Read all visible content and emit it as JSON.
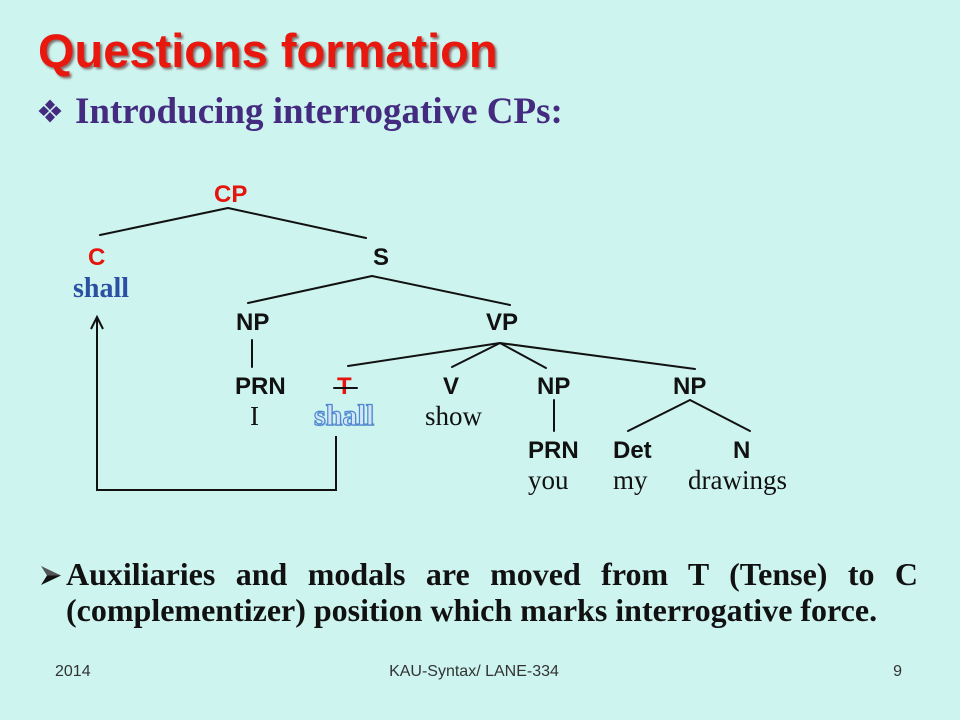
{
  "slide": {
    "title": "Questions formation",
    "subtitle": "Introducing interrogative CPs:",
    "body_text": "Auxiliaries and modals are moved from T (Tense) to C (complementizer) position which marks interrogative force."
  },
  "icons": {
    "subtitle_bullet": "four-diamond-bullet-icon",
    "body_bullet": "arrowhead-bullet-icon"
  },
  "tree": {
    "root": {
      "label": "CP"
    },
    "c": {
      "label": "C",
      "word": "shall"
    },
    "s": {
      "label": "S",
      "subject": {
        "label": "NP",
        "prn": {
          "label": "PRN",
          "word": "I"
        }
      },
      "vp": {
        "label": "VP",
        "t": {
          "label": "T",
          "trace_word": "shall"
        },
        "v": {
          "label": "V",
          "word": "show"
        },
        "indirect_object": {
          "label": "NP",
          "prn": {
            "label": "PRN",
            "word": "you"
          }
        },
        "direct_object": {
          "label": "NP",
          "det": {
            "label": "Det",
            "word": "my"
          },
          "n": {
            "label": "N",
            "word": "drawings"
          }
        }
      }
    }
  },
  "footer": {
    "date": "2014",
    "course": "KAU-Syntax/ LANE-334",
    "page": "9"
  },
  "colors": {
    "background": "#cdf4ef",
    "title": "#e8180e",
    "subtitle": "#442b80",
    "category_highlight": "#e5150d",
    "raised_auxiliary": "#2b4fa2",
    "trace_fill": "#d3e6f8",
    "trace_outline": "#4f86cf"
  }
}
